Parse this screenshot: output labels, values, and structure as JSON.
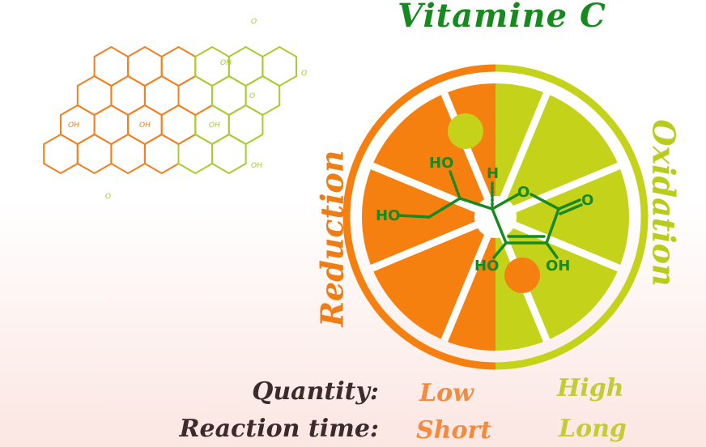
{
  "title": "Vitamine C",
  "left_label": "Reduction",
  "right_label": "Oxidation",
  "molecule": {
    "labels": [
      "HO",
      "H",
      "O",
      "O",
      "HO",
      "HO",
      "OH"
    ]
  },
  "graphene": {
    "labels": [
      "OH",
      "OH",
      "OH",
      "OH",
      "O",
      "O",
      "O",
      "O",
      "OH"
    ]
  },
  "table": {
    "rows": [
      {
        "label": "Quantity:",
        "low": "Low",
        "high": "High"
      },
      {
        "label": "Reaction time:",
        "low": "Short",
        "high": "Long"
      }
    ]
  },
  "colors": {
    "orange": "#f57f0f",
    "green": "#c5d21a",
    "dark_green": "#178a1f",
    "text": "#3b2b2c"
  }
}
